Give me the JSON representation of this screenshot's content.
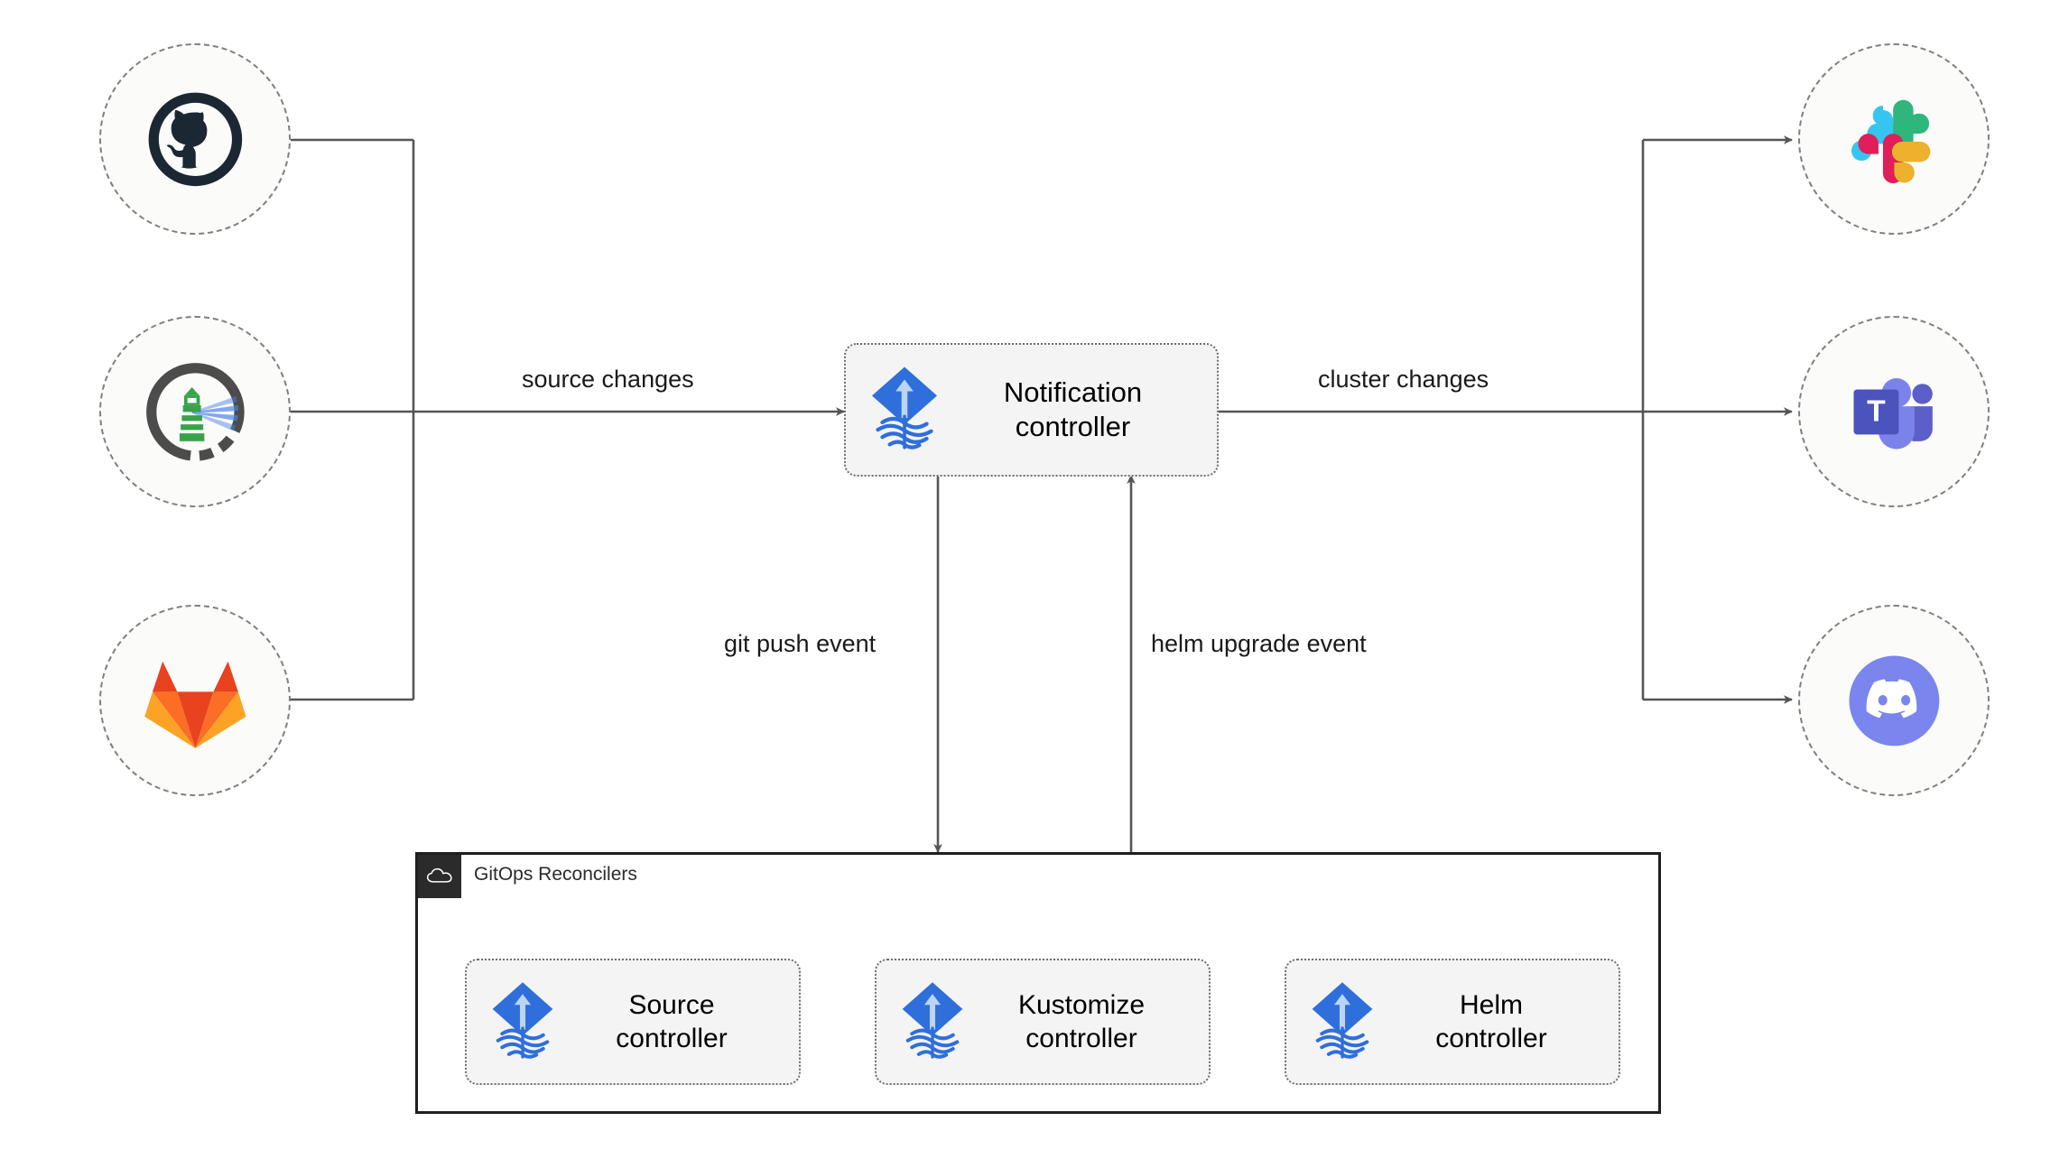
{
  "diagram": {
    "title": "Flux notification controller architecture",
    "background": "#ffffff",
    "line_color": "#555555",
    "sources": [
      {
        "id": "github",
        "icon": "github-icon",
        "name": "GitHub"
      },
      {
        "id": "gitea",
        "icon": "gitea-icon",
        "name": "Gitea"
      },
      {
        "id": "gitlab",
        "icon": "gitlab-icon",
        "name": "GitLab"
      }
    ],
    "targets": [
      {
        "id": "slack",
        "icon": "slack-icon",
        "name": "Slack"
      },
      {
        "id": "teams",
        "icon": "teams-icon",
        "name": "Microsoft Teams"
      },
      {
        "id": "discord",
        "icon": "discord-icon",
        "name": "Discord"
      }
    ],
    "notification_controller": {
      "label": "Notification\ncontroller",
      "icon": "flux-logo-icon"
    },
    "container": {
      "label": "GitOps Reconcilers",
      "icon": "cloud-icon",
      "nodes": [
        {
          "id": "source-controller",
          "label": "Source\ncontroller",
          "icon": "flux-logo-icon"
        },
        {
          "id": "kustomize-controller",
          "label": "Kustomize\ncontroller",
          "icon": "flux-logo-icon"
        },
        {
          "id": "helm-controller",
          "label": "Helm\ncontroller",
          "icon": "flux-logo-icon"
        }
      ]
    },
    "edge_labels": {
      "source_changes": "source changes",
      "cluster_changes": "cluster changes",
      "git_push_event": "git push event",
      "helm_upgrade_event": "helm upgrade event"
    },
    "colors": {
      "github": "#1B2733",
      "gitea_ring": "#4c4c4c",
      "gitea_green": "#38a24a",
      "gitea_beam": "#4a84e8",
      "gitlab_red": "#e8421f",
      "gitlab_orange": "#fc6d26",
      "gitlab_amber": "#fca326",
      "slack_blue": "#36c5f0",
      "slack_green": "#2eb67d",
      "slack_red": "#e01e5a",
      "slack_yellow": "#ecb22e",
      "teams_dark": "#4b53bc",
      "teams_mid": "#5b5fc7",
      "teams_light": "#7b83eb",
      "discord_bg": "#7a85ee",
      "flux_blue": "#2f6fdb",
      "flux_light": "#bcd4f5",
      "node_fill": "#f4f4f4",
      "node_border": "#6e6e6e",
      "circle_fill": "#fbfbf9",
      "circle_border": "#808080",
      "container_border": "#1f1f1f",
      "container_tab": "#2b2b2b"
    }
  }
}
